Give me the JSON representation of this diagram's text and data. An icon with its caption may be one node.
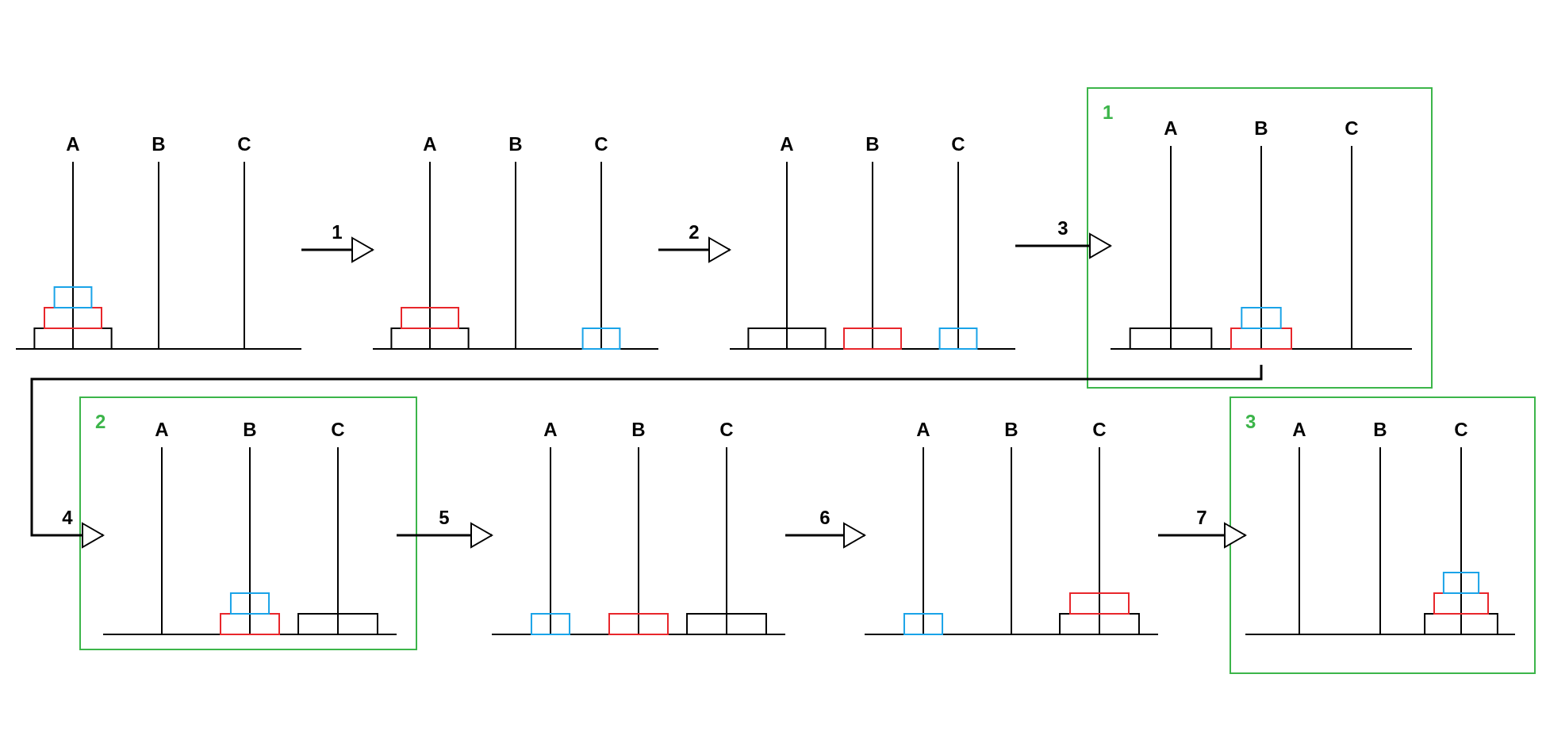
{
  "diagram": {
    "nodes": [
      {
        "text": [
          "A",
          "B",
          "C"
        ]
      },
      {
        "text": [
          "A",
          "B",
          "C"
        ]
      },
      {
        "text": [
          "A",
          "B",
          "C"
        ]
      },
      {
        "text": [
          "1"
        ]
      },
      {
        "text": [
          "A",
          "B",
          "C"
        ],
        "in": 3
      },
      {
        "text": [
          "2"
        ]
      },
      {
        "text": [
          "A",
          "B",
          "C"
        ],
        "in": 5
      },
      {
        "text": [
          "A",
          "B",
          "C"
        ]
      },
      {
        "text": [
          "A",
          "B",
          "C"
        ]
      },
      {
        "text": [
          "3"
        ]
      },
      {
        "text": [
          "A",
          "B",
          "C"
        ],
        "in": 9
      }
    ],
    "edges": [
      {
        "from": 0,
        "to": 1,
        "arrow": "to",
        "label": "1"
      },
      {
        "from": 1,
        "to": 2,
        "arrow": "to",
        "label": "2"
      },
      {
        "from": 2,
        "to": 4,
        "arrow": "to",
        "label": "3"
      },
      {
        "from": 4,
        "to": 6,
        "arrow": "to",
        "label": "4"
      },
      {
        "from": 6,
        "to": 7,
        "arrow": "to",
        "label": "5"
      },
      {
        "from": 7,
        "to": 8,
        "arrow": "to",
        "label": "6"
      },
      {
        "from": 8,
        "to": 10,
        "arrow": "to",
        "label": "7"
      }
    ]
  }
}
